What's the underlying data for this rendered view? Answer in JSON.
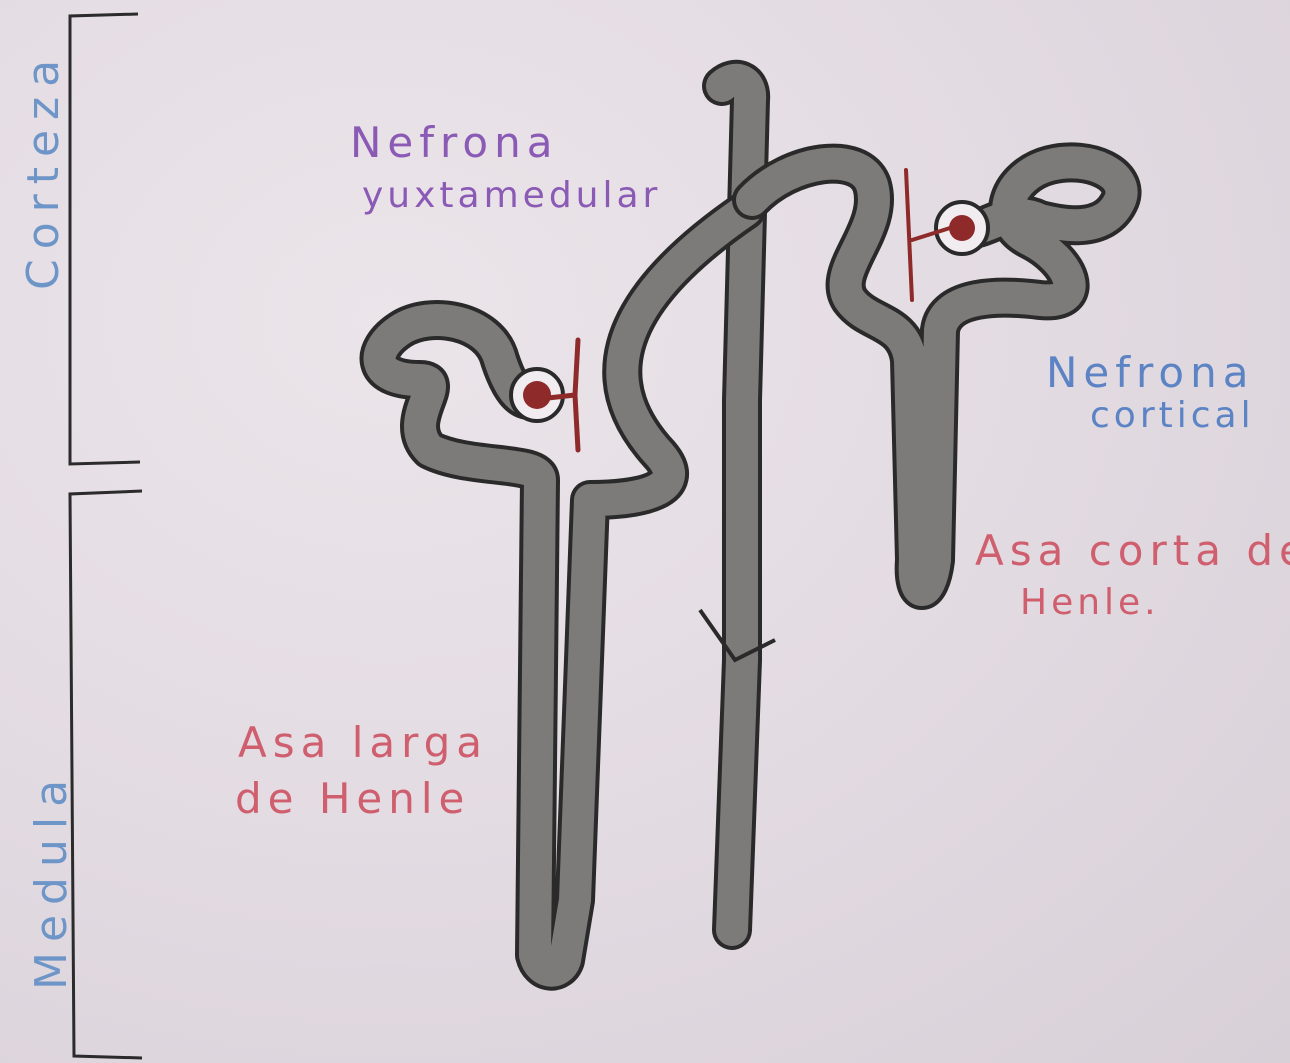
{
  "labels": {
    "corteza": "Corteza",
    "medula": "Medula",
    "nefrona_yuxtamedular_1": "Nefrona",
    "nefrona_yuxtamedular_2": "yuxtamedular",
    "nefrona_cortical_1": "Nefrona",
    "nefrona_cortical_2": "cortical",
    "asa_corta_1": "Asa corta de",
    "asa_corta_2": "Henle.",
    "asa_larga_1": "Asa larga",
    "asa_larga_2": "de Henle"
  },
  "colors": {
    "paper": "#e4dde3",
    "tubule_fill": "#7d7b7a",
    "tubule_outline": "#2a2a2a",
    "glomerulus": "#8e2a2a",
    "bracket": "#2b2b2b",
    "zone_text": "#6e95c8",
    "nephron_juxta_text": "#8a5ab5",
    "nephron_cortical_text": "#5c84c4",
    "henle_text": "#cf5f6e"
  }
}
